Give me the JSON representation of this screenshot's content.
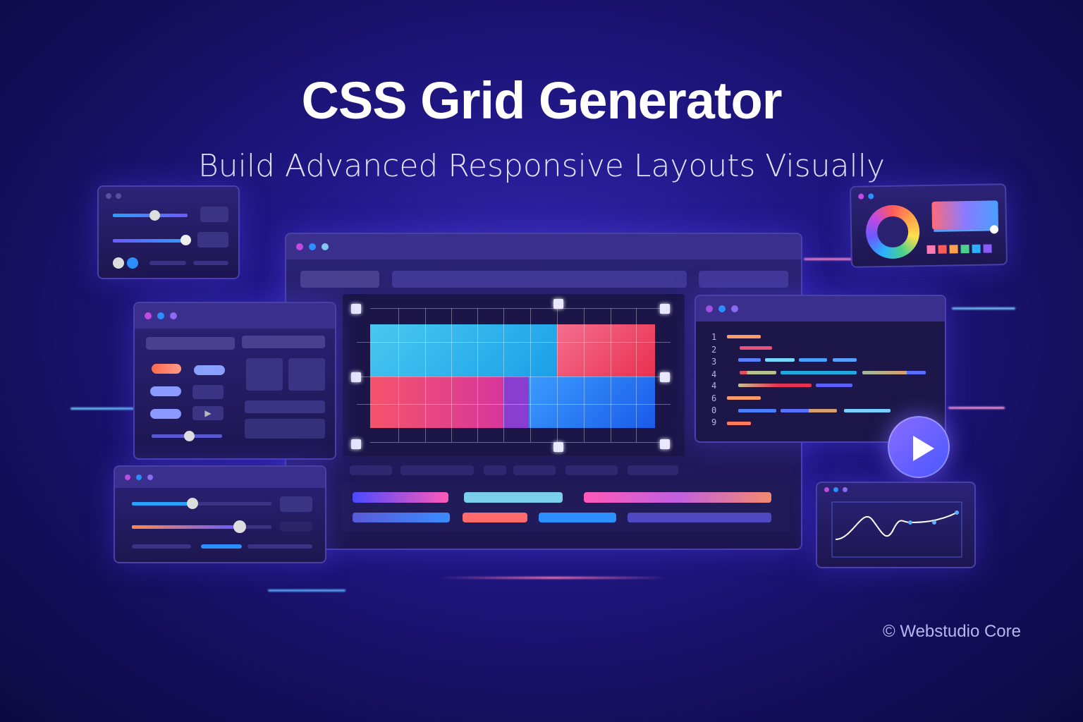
{
  "hero": {
    "title": "CSS Grid Generator",
    "subtitle": "Build Advanced Responsive Layouts Visually"
  },
  "code_panel": {
    "line_numbers": [
      "1",
      "2",
      "3",
      "4",
      "4",
      "6",
      "0",
      "9"
    ]
  },
  "footer": {
    "copyright": "© Webstudio Core"
  },
  "colors": {
    "accent_blue": "#2b8fff",
    "accent_pink": "#f0477a",
    "accent_purple": "#7c4dff",
    "background": "#1a1470"
  },
  "icons": [
    "play-icon",
    "color-wheel-icon",
    "line-chart-icon"
  ]
}
